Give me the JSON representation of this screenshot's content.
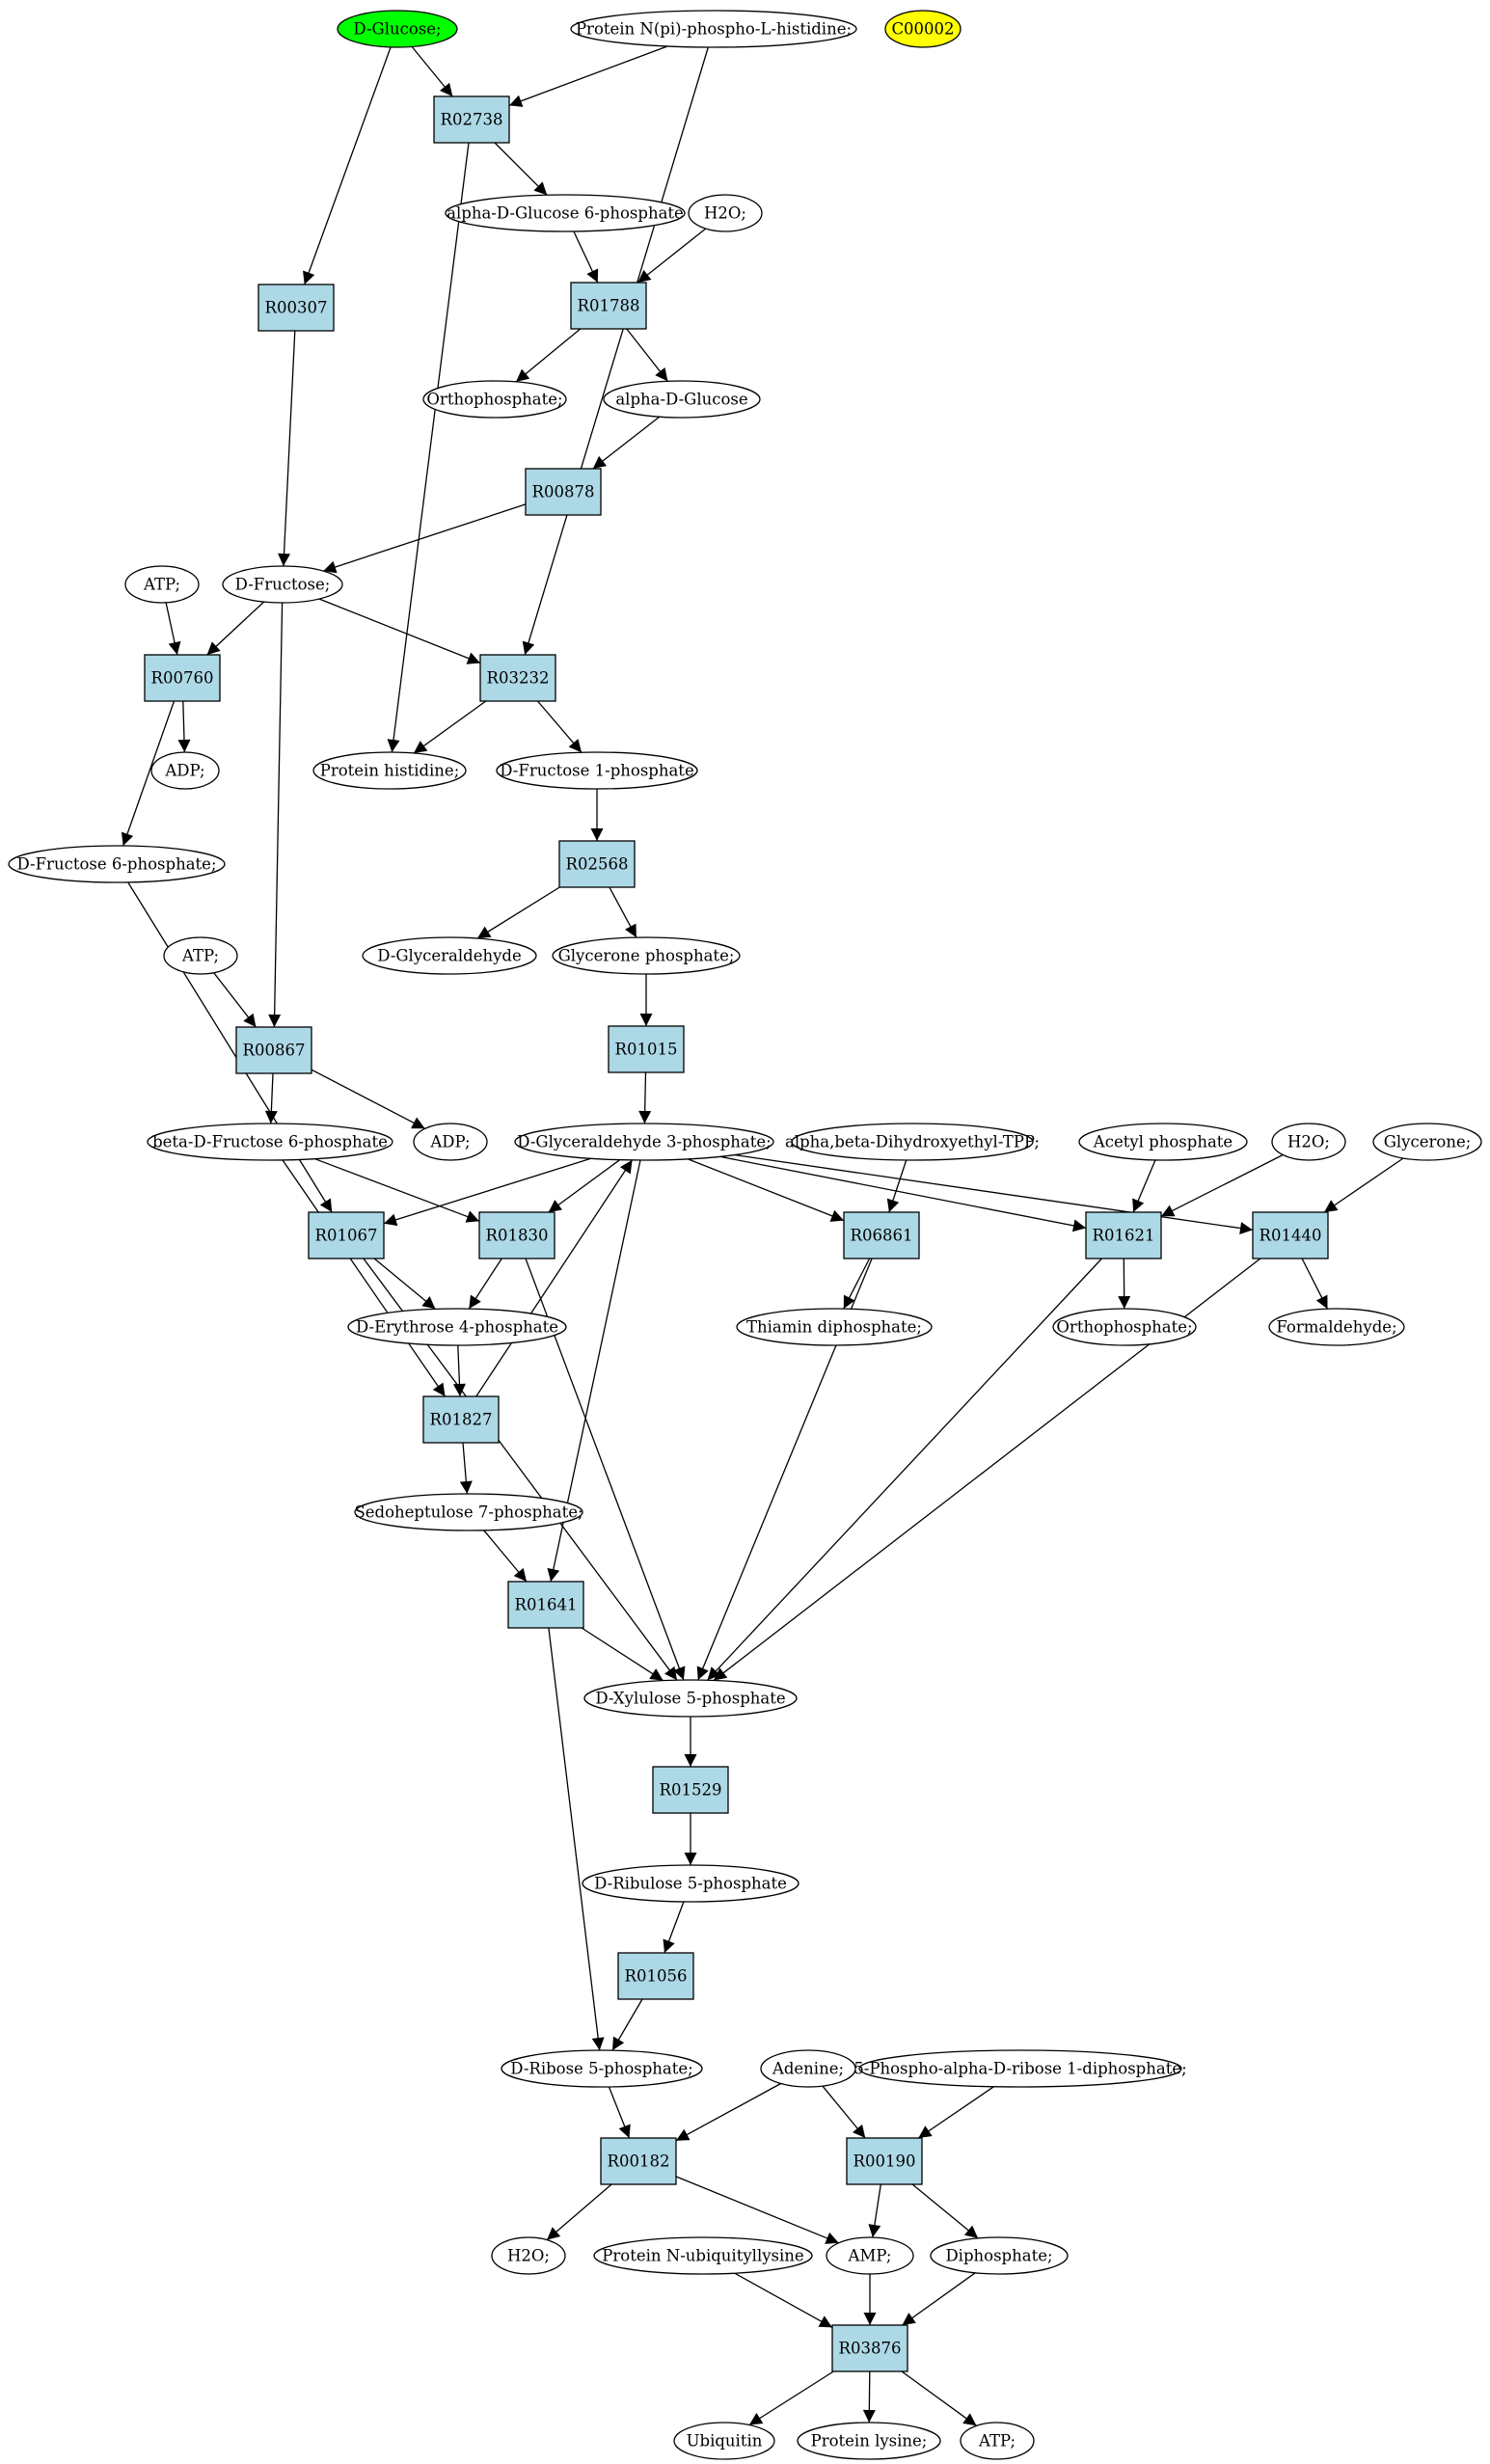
{
  "colors": {
    "reaction_fill": "#add8e6",
    "compound_fill": "#ffffff",
    "start_fill": "#00ff00",
    "highlight_fill": "#ffff00",
    "line": "#000000"
  },
  "nodes": [
    {
      "id": "glucose",
      "label": "D-Glucose;",
      "kind": "compound",
      "fill": "start"
    },
    {
      "id": "protNpi",
      "label": "Protein N(pi)-phospho-L-histidine;",
      "kind": "compound"
    },
    {
      "id": "c00002",
      "label": "C00002",
      "kind": "compound",
      "fill": "highlight"
    },
    {
      "id": "R02738",
      "label": "R02738",
      "kind": "reaction"
    },
    {
      "id": "ag6p",
      "label": "alpha-D-Glucose 6-phosphate",
      "kind": "compound"
    },
    {
      "id": "h2o1",
      "label": "H2O;",
      "kind": "compound"
    },
    {
      "id": "R00307",
      "label": "R00307",
      "kind": "reaction"
    },
    {
      "id": "R01788",
      "label": "R01788",
      "kind": "reaction"
    },
    {
      "id": "ortho1",
      "label": "Orthophosphate;",
      "kind": "compound"
    },
    {
      "id": "adglc",
      "label": "alpha-D-Glucose",
      "kind": "compound"
    },
    {
      "id": "R00878",
      "label": "R00878",
      "kind": "reaction"
    },
    {
      "id": "atp1",
      "label": "ATP;",
      "kind": "compound"
    },
    {
      "id": "fru",
      "label": "D-Fructose;",
      "kind": "compound"
    },
    {
      "id": "R00760",
      "label": "R00760",
      "kind": "reaction"
    },
    {
      "id": "R03232",
      "label": "R03232",
      "kind": "reaction"
    },
    {
      "id": "adp1",
      "label": "ADP;",
      "kind": "compound"
    },
    {
      "id": "prothis",
      "label": "Protein histidine;",
      "kind": "compound"
    },
    {
      "id": "f1p",
      "label": "D-Fructose 1-phosphate",
      "kind": "compound"
    },
    {
      "id": "f6p",
      "label": "D-Fructose 6-phosphate;",
      "kind": "compound"
    },
    {
      "id": "R02568",
      "label": "R02568",
      "kind": "reaction"
    },
    {
      "id": "atp2",
      "label": "ATP;",
      "kind": "compound"
    },
    {
      "id": "gald",
      "label": "D-Glyceraldehyde",
      "kind": "compound"
    },
    {
      "id": "glyp",
      "label": "Glycerone phosphate;",
      "kind": "compound"
    },
    {
      "id": "R00867",
      "label": "R00867",
      "kind": "reaction"
    },
    {
      "id": "R01015",
      "label": "R01015",
      "kind": "reaction"
    },
    {
      "id": "bf6p",
      "label": "beta-D-Fructose 6-phosphate",
      "kind": "compound"
    },
    {
      "id": "adp2",
      "label": "ADP;",
      "kind": "compound"
    },
    {
      "id": "g3p",
      "label": "D-Glyceraldehyde 3-phosphate;",
      "kind": "compound"
    },
    {
      "id": "abtpp",
      "label": "alpha,beta-Dihydroxyethyl-TPP;",
      "kind": "compound"
    },
    {
      "id": "acp",
      "label": "Acetyl phosphate",
      "kind": "compound"
    },
    {
      "id": "h2o2",
      "label": "H2O;",
      "kind": "compound"
    },
    {
      "id": "glycerone",
      "label": "Glycerone;",
      "kind": "compound"
    },
    {
      "id": "R01067",
      "label": "R01067",
      "kind": "reaction"
    },
    {
      "id": "R01830",
      "label": "R01830",
      "kind": "reaction"
    },
    {
      "id": "R06861",
      "label": "R06861",
      "kind": "reaction"
    },
    {
      "id": "R01621",
      "label": "R01621",
      "kind": "reaction"
    },
    {
      "id": "R01440",
      "label": "R01440",
      "kind": "reaction"
    },
    {
      "id": "e4p",
      "label": "D-Erythrose 4-phosphate",
      "kind": "compound"
    },
    {
      "id": "thdp",
      "label": "Thiamin diphosphate;",
      "kind": "compound"
    },
    {
      "id": "ortho2",
      "label": "Orthophosphate;",
      "kind": "compound"
    },
    {
      "id": "formald",
      "label": "Formaldehyde;",
      "kind": "compound"
    },
    {
      "id": "R01827",
      "label": "R01827",
      "kind": "reaction"
    },
    {
      "id": "s7p",
      "label": "Sedoheptulose 7-phosphate;",
      "kind": "compound"
    },
    {
      "id": "R01641",
      "label": "R01641",
      "kind": "reaction"
    },
    {
      "id": "x5p",
      "label": "D-Xylulose 5-phosphate",
      "kind": "compound"
    },
    {
      "id": "R01529",
      "label": "R01529",
      "kind": "reaction"
    },
    {
      "id": "ru5p",
      "label": "D-Ribulose 5-phosphate",
      "kind": "compound"
    },
    {
      "id": "R01056",
      "label": "R01056",
      "kind": "reaction"
    },
    {
      "id": "r5p",
      "label": "D-Ribose 5-phosphate;",
      "kind": "compound"
    },
    {
      "id": "adenine",
      "label": "Adenine;",
      "kind": "compound"
    },
    {
      "id": "prpp",
      "label": "5-Phospho-alpha-D-ribose 1-diphosphate;",
      "kind": "compound"
    },
    {
      "id": "R00182",
      "label": "R00182",
      "kind": "reaction"
    },
    {
      "id": "R00190",
      "label": "R00190",
      "kind": "reaction"
    },
    {
      "id": "h2o3",
      "label": "H2O;",
      "kind": "compound"
    },
    {
      "id": "protubq",
      "label": "Protein N-ubiquityllysine",
      "kind": "compound"
    },
    {
      "id": "amp",
      "label": "AMP;",
      "kind": "compound"
    },
    {
      "id": "diph",
      "label": "Diphosphate;",
      "kind": "compound"
    },
    {
      "id": "R03876",
      "label": "R03876",
      "kind": "reaction"
    },
    {
      "id": "ubq",
      "label": "Ubiquitin",
      "kind": "compound"
    },
    {
      "id": "protlys",
      "label": "Protein lysine;",
      "kind": "compound"
    },
    {
      "id": "atp3",
      "label": "ATP;",
      "kind": "compound"
    }
  ],
  "edges": [
    [
      "glucose",
      "R02738"
    ],
    [
      "glucose",
      "R00307"
    ],
    [
      "protNpi",
      "R02738"
    ],
    [
      "protNpi",
      "R03232"
    ],
    [
      "R02738",
      "ag6p"
    ],
    [
      "R02738",
      "prothis"
    ],
    [
      "ag6p",
      "R01788"
    ],
    [
      "h2o1",
      "R01788"
    ],
    [
      "R01788",
      "ortho1"
    ],
    [
      "R01788",
      "adglc"
    ],
    [
      "adglc",
      "R00878"
    ],
    [
      "R00878",
      "fru"
    ],
    [
      "R00307",
      "fru"
    ],
    [
      "atp1",
      "R00760"
    ],
    [
      "fru",
      "R00760"
    ],
    [
      "fru",
      "R03232"
    ],
    [
      "fru",
      "R00867"
    ],
    [
      "R00760",
      "adp1"
    ],
    [
      "R00760",
      "f6p"
    ],
    [
      "R03232",
      "prothis"
    ],
    [
      "R03232",
      "f1p"
    ],
    [
      "f1p",
      "R02568"
    ],
    [
      "R02568",
      "gald"
    ],
    [
      "R02568",
      "glyp"
    ],
    [
      "glyp",
      "R01015"
    ],
    [
      "R01015",
      "g3p"
    ],
    [
      "atp2",
      "R00867"
    ],
    [
      "R00867",
      "bf6p"
    ],
    [
      "R00867",
      "adp2"
    ],
    [
      "f6p",
      "R01067"
    ],
    [
      "bf6p",
      "R01830"
    ],
    [
      "bf6p",
      "R01827"
    ],
    [
      "g3p",
      "R01067"
    ],
    [
      "g3p",
      "R01830"
    ],
    [
      "g3p",
      "R06861"
    ],
    [
      "g3p",
      "R01621"
    ],
    [
      "g3p",
      "R01440"
    ],
    [
      "g3p",
      "R01641"
    ],
    [
      "abtpp",
      "R06861"
    ],
    [
      "acp",
      "R01621"
    ],
    [
      "h2o2",
      "R01621"
    ],
    [
      "glycerone",
      "R01440"
    ],
    [
      "R01067",
      "e4p"
    ],
    [
      "R01067",
      "x5p"
    ],
    [
      "R01830",
      "e4p"
    ],
    [
      "R01830",
      "x5p"
    ],
    [
      "R06861",
      "thdp"
    ],
    [
      "R06861",
      "x5p"
    ],
    [
      "R01621",
      "ortho2"
    ],
    [
      "R01621",
      "x5p"
    ],
    [
      "R01440",
      "formald"
    ],
    [
      "R01440",
      "x5p"
    ],
    [
      "e4p",
      "R01827"
    ],
    [
      "R01827",
      "g3p"
    ],
    [
      "R01827",
      "s7p"
    ],
    [
      "s7p",
      "R01641"
    ],
    [
      "R01641",
      "x5p"
    ],
    [
      "R01641",
      "r5p"
    ],
    [
      "x5p",
      "R01529"
    ],
    [
      "R01529",
      "ru5p"
    ],
    [
      "ru5p",
      "R01056"
    ],
    [
      "R01056",
      "r5p"
    ],
    [
      "r5p",
      "R00182"
    ],
    [
      "adenine",
      "R00182"
    ],
    [
      "adenine",
      "R00190"
    ],
    [
      "prpp",
      "R00190"
    ],
    [
      "R00182",
      "h2o3"
    ],
    [
      "R00182",
      "amp"
    ],
    [
      "R00190",
      "amp"
    ],
    [
      "R00190",
      "diph"
    ],
    [
      "protubq",
      "R03876"
    ],
    [
      "amp",
      "R03876"
    ],
    [
      "diph",
      "R03876"
    ],
    [
      "R03876",
      "ubq"
    ],
    [
      "R03876",
      "protlys"
    ],
    [
      "R03876",
      "atp3"
    ]
  ]
}
